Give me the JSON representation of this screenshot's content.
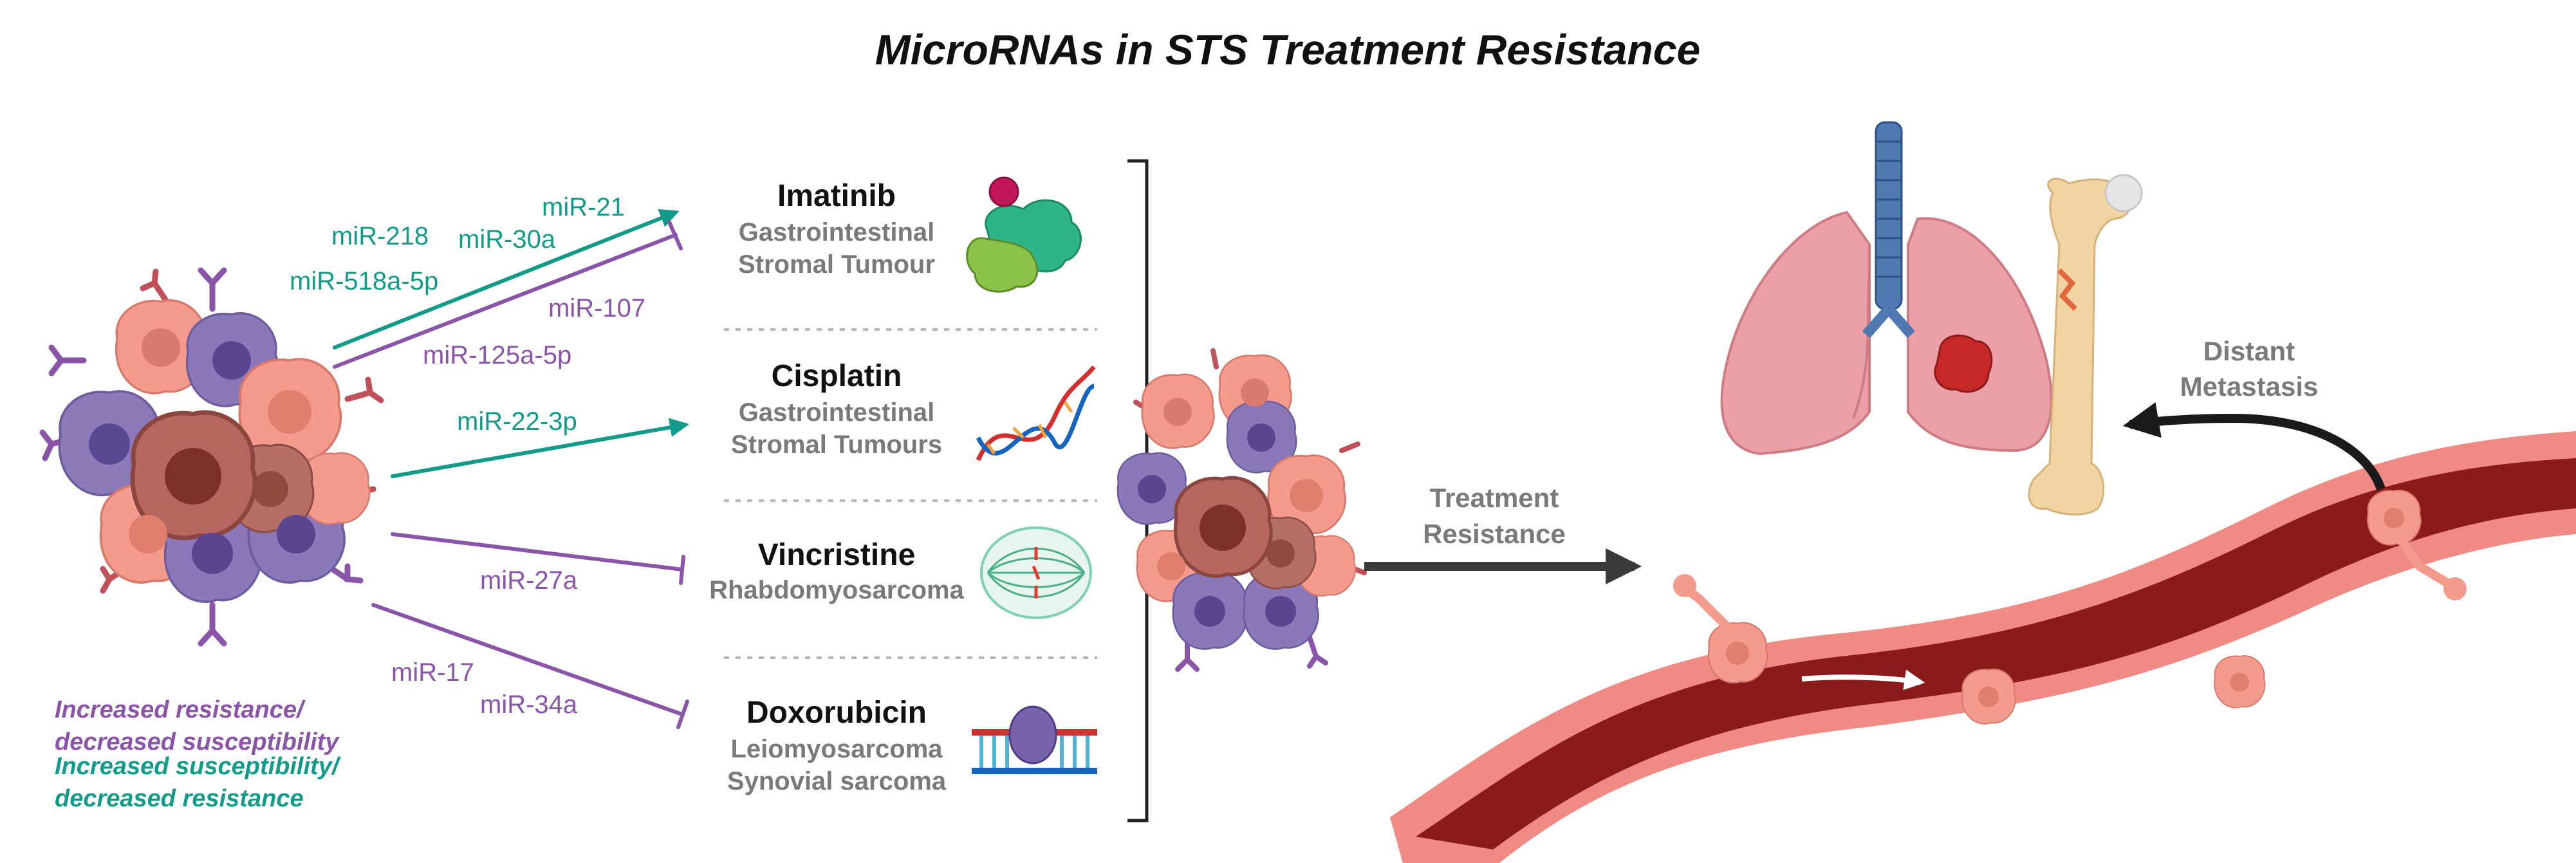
{
  "title": "MicroRNAs in STS Treatment Resistance",
  "colors": {
    "susceptibility": "#139b8a",
    "resistance": "#8a55a8",
    "drug_name": "#111111",
    "cancer_type": "#7a7a7a",
    "flow_arrow": "#3a3a3a",
    "vessel_dark": "#8b1a1a",
    "vessel_light": "#f08a84",
    "tumour_pink": "#f0948a",
    "tumour_purple": "#8c77b8",
    "lung": "#eaa0a6",
    "trachea": "#4f79b0",
    "bone": "#f2d3a2"
  },
  "mirnas": {
    "mir_218": "miR-218",
    "mir_21": "miR-21",
    "mir_30a": "miR-30a",
    "mir_518a_5p": "miR-518a-5p",
    "mir_107": "miR-107",
    "mir_125a_5p": "miR-125a-5p",
    "mir_22_3p": "miR-22-3p",
    "mir_27a": "miR-27a",
    "mir_17": "miR-17",
    "mir_34a": "miR-34a"
  },
  "drugs": [
    {
      "name": "Imatinib",
      "cancer_line1": "Gastrointestinal",
      "cancer_line2": "Stromal Tumour",
      "icon": "protein-complex-icon"
    },
    {
      "name": "Cisplatin",
      "cancer_line1": "Gastrointestinal",
      "cancer_line2": "Stromal Tumours",
      "icon": "dna-helix-icon"
    },
    {
      "name": "Vincristine",
      "cancer_line1": "Rhabdomyosarcoma",
      "cancer_line2": "",
      "icon": "mitotic-spindle-icon"
    },
    {
      "name": "Doxorubicin",
      "cancer_line1": "Leiomyosarcoma",
      "cancer_line2": "Synovial sarcoma",
      "icon": "dna-intercalation-icon"
    }
  ],
  "legend": {
    "resistance_line1": "Increased resistance/",
    "resistance_line2": "decreased susceptibility",
    "susceptibility_line1": "Increased susceptibility/",
    "susceptibility_line2": "decreased resistance"
  },
  "flow": {
    "treatment_line1": "Treatment",
    "treatment_line2": "Resistance",
    "metastasis_line1": "Distant",
    "metastasis_line2": "Metastasis"
  }
}
